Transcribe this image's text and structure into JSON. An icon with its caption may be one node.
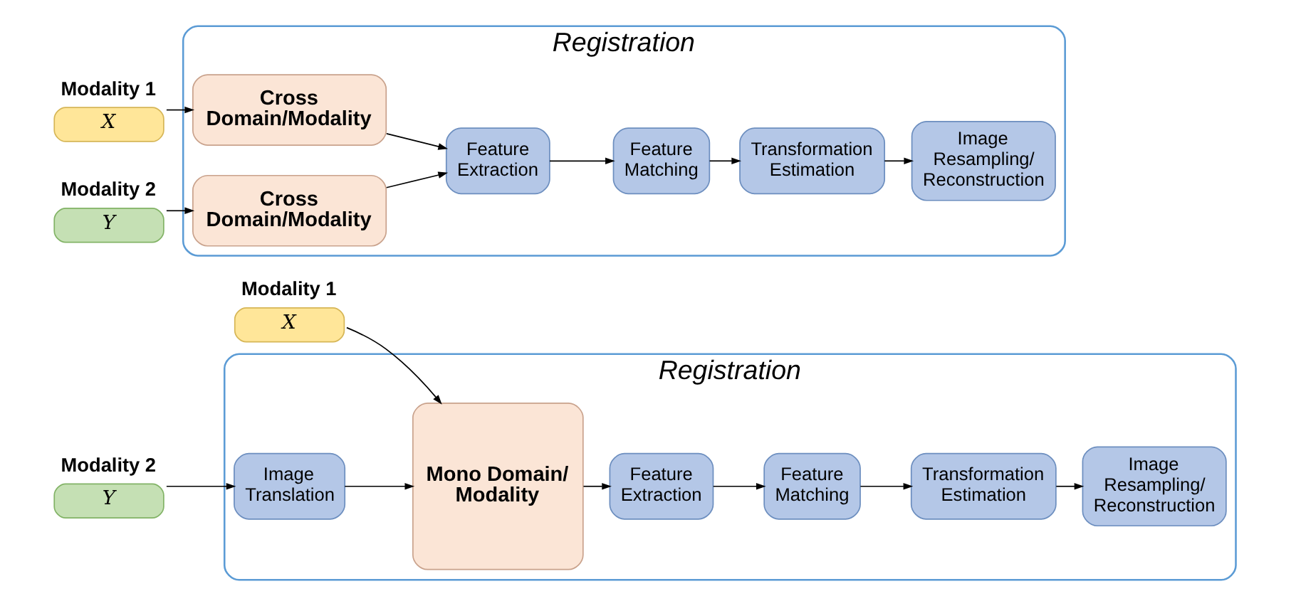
{
  "diagram": {
    "nodes": [
      {
        "text": [
          "Registration"
        ]
      },
      {
        "text": [
          "Modality 1",
          "X"
        ]
      },
      {
        "text": [
          "Modality 2",
          "Y"
        ]
      },
      {
        "text": [
          "Image Translation"
        ],
        "in": 0
      },
      {
        "text": [
          "Mono Domain/ Modality"
        ],
        "in": 0
      },
      {
        "text": [
          "Feature Extraction"
        ],
        "in": 0
      },
      {
        "text": [
          "Feature Matching"
        ],
        "in": 0
      },
      {
        "text": [
          "Transformation Estimation"
        ],
        "in": 0
      },
      {
        "text": [
          "Image Resampling/ Reconstruction"
        ],
        "in": 0
      },
      {
        "text": [
          "Registration"
        ]
      },
      {
        "text": [
          "Modality 1",
          "X"
        ]
      },
      {
        "text": [
          "Modality 2",
          "Y"
        ]
      },
      {
        "text": [
          "Cross Domain/Modality"
        ],
        "in": 9
      },
      {
        "text": [
          "Cross Domain/Modality"
        ],
        "in": 9
      },
      {
        "text": [
          "Feature Extraction"
        ],
        "in": 9
      },
      {
        "text": [
          "Feature Matching"
        ],
        "in": 9
      },
      {
        "text": [
          "Transformation Estimation"
        ],
        "in": 9
      },
      {
        "text": [
          "Image Resampling/ Reconstruction"
        ],
        "in": 9
      }
    ],
    "edges": [
      {
        "from": 1,
        "to": 4,
        "arrow": "to"
      },
      {
        "from": 2,
        "to": 3,
        "arrow": "to"
      },
      {
        "from": 3,
        "to": 4,
        "arrow": "to"
      },
      {
        "from": 4,
        "to": 5,
        "arrow": "to"
      },
      {
        "from": 5,
        "to": 6,
        "arrow": "to"
      },
      {
        "from": 6,
        "to": 7,
        "arrow": "to"
      },
      {
        "from": 7,
        "to": 8,
        "arrow": "to"
      },
      {
        "from": 10,
        "to": 12,
        "arrow": "to"
      },
      {
        "from": 11,
        "to": 13,
        "arrow": "to"
      },
      {
        "from": 12,
        "to": 14,
        "arrow": "to"
      },
      {
        "from": 13,
        "to": 14,
        "arrow": "to"
      },
      {
        "from": 14,
        "to": 15,
        "arrow": "to"
      },
      {
        "from": 15,
        "to": 16,
        "arrow": "to"
      },
      {
        "from": 16,
        "to": 17,
        "arrow": "to"
      }
    ]
  }
}
